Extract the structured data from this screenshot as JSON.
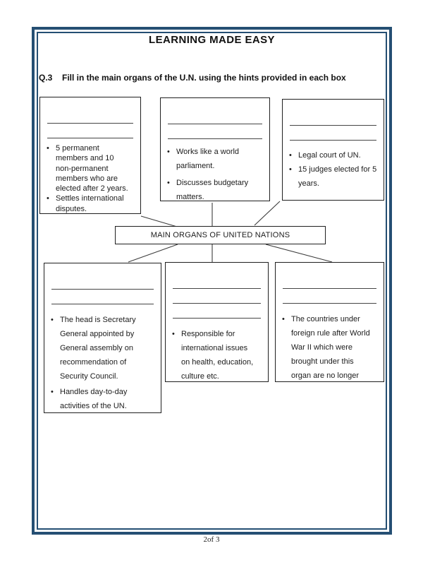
{
  "header": {
    "title": "LEARNING MADE EASY"
  },
  "question": {
    "number": "Q.3",
    "text": "Fill in the main organs of the U.N. using the hints provided in each box"
  },
  "diagram": {
    "center": {
      "label": "MAIN ORGANS OF UNITED NATIONS"
    },
    "boxes": [
      {
        "position": "top-left",
        "blank_lines": 2,
        "hints": [
          "5 permanent\nmembers and 10\nnon-permanent\nmembers who are\nelected after 2 years.",
          "Settles international\ndisputes."
        ]
      },
      {
        "position": "top-center",
        "blank_lines": 2,
        "hints": [
          "Works like a world\nparliament.",
          "Discusses budgetary\nmatters."
        ]
      },
      {
        "position": "top-right",
        "blank_lines": 2,
        "hints": [
          "Legal court of UN.",
          "15 judges elected for 5\nyears."
        ]
      },
      {
        "position": "bottom-left",
        "blank_lines": 2,
        "hints": [
          "The head is Secretary\nGeneral appointed by\nGeneral assembly on\nrecommendation of\nSecurity Council.",
          "Handles day-to-day\nactivities of the UN."
        ]
      },
      {
        "position": "bottom-center",
        "blank_lines": 3,
        "hints": [
          "Responsible for\ninternational issues\non health, education,\nculture etc."
        ]
      },
      {
        "position": "bottom-right",
        "blank_lines": 2,
        "hints": [
          "The countries under\nforeign rule after World\nWar II which were\nbrought under this\norgan are no longer"
        ]
      }
    ]
  },
  "footer": {
    "page_number": "2of 3"
  },
  "colors": {
    "page_border": "#254F73",
    "box_border": "#1f1f1f",
    "text": "#1c1c1c"
  }
}
